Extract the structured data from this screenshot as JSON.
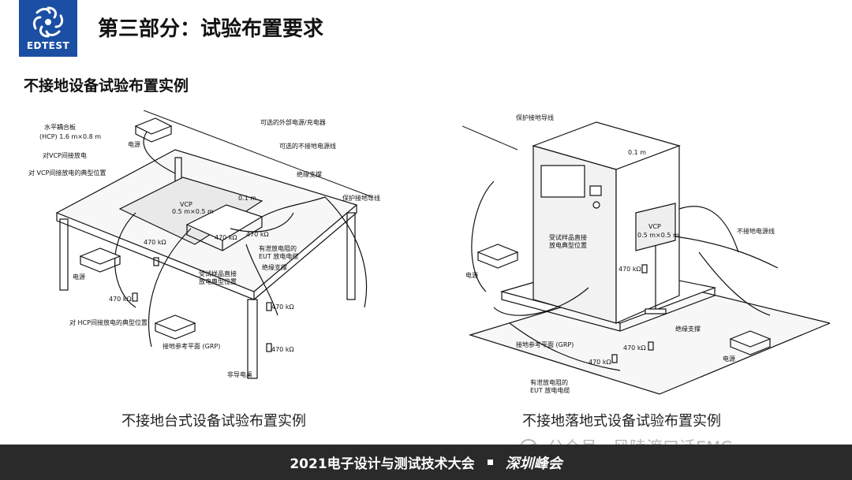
{
  "logo": {
    "text": "EDTEST"
  },
  "slide": {
    "title": "第三部分：试验布置要求",
    "subtitle": "不接地设备试验布置实例"
  },
  "left_figure": {
    "caption": "不接地台式设备试验布置实例",
    "labels": {
      "hcp": "水平耦合板",
      "hcp_size": "(HCP) 1.6 m×0.8 m",
      "power": "电源",
      "vcp_indirect": "对VCP间接放电",
      "vcp_typical": "对 VCP间接放电的典型位置",
      "ext_power": "可选的外部电源/充电器",
      "ungrounded_cable": "可选的不接地电源线",
      "insulating_support": "绝缘支撑",
      "protective_ground": "保护接地导线",
      "vcp": "VCP",
      "vcp_size": "0.5 m×0.5 m",
      "dist": "0.1 m",
      "resistor": "470 kΩ",
      "eut_cable": "有泄放电阻的",
      "eut_cable2": "EUT 放电电缆",
      "eut_direct": "受试样品直接",
      "eut_direct2": "放电典型位置",
      "hcp_indirect": "对 HCP间接放电的典型位置",
      "grp": "接地参考平面 (GRP)",
      "table": "非导电桌",
      "power2": "电源"
    }
  },
  "right_figure": {
    "caption": "不接地落地式设备试验布置实例",
    "labels": {
      "protective_ground": "保护接地导线",
      "ungrounded_cable": "不接地电源线",
      "dist": "0.1 m",
      "vcp": "VCP",
      "vcp_size": "0.5 m×0.5 m",
      "eut_direct": "受试样品直接",
      "eut_direct2": "放电典型位置",
      "power": "电源",
      "resistor": "470 kΩ",
      "insulating_support": "绝缘支撑",
      "grp": "接地参考平面 (GRP)",
      "eut_cable": "有泄放电阻的",
      "eut_cable2": "EUT 放电电缆",
      "power2": "电源"
    }
  },
  "watermark": {
    "text": "公众号 · 风陵渡口话EMC"
  },
  "footer": {
    "event": "2021电子设计与测试技术大会",
    "city": "深圳峰会"
  }
}
